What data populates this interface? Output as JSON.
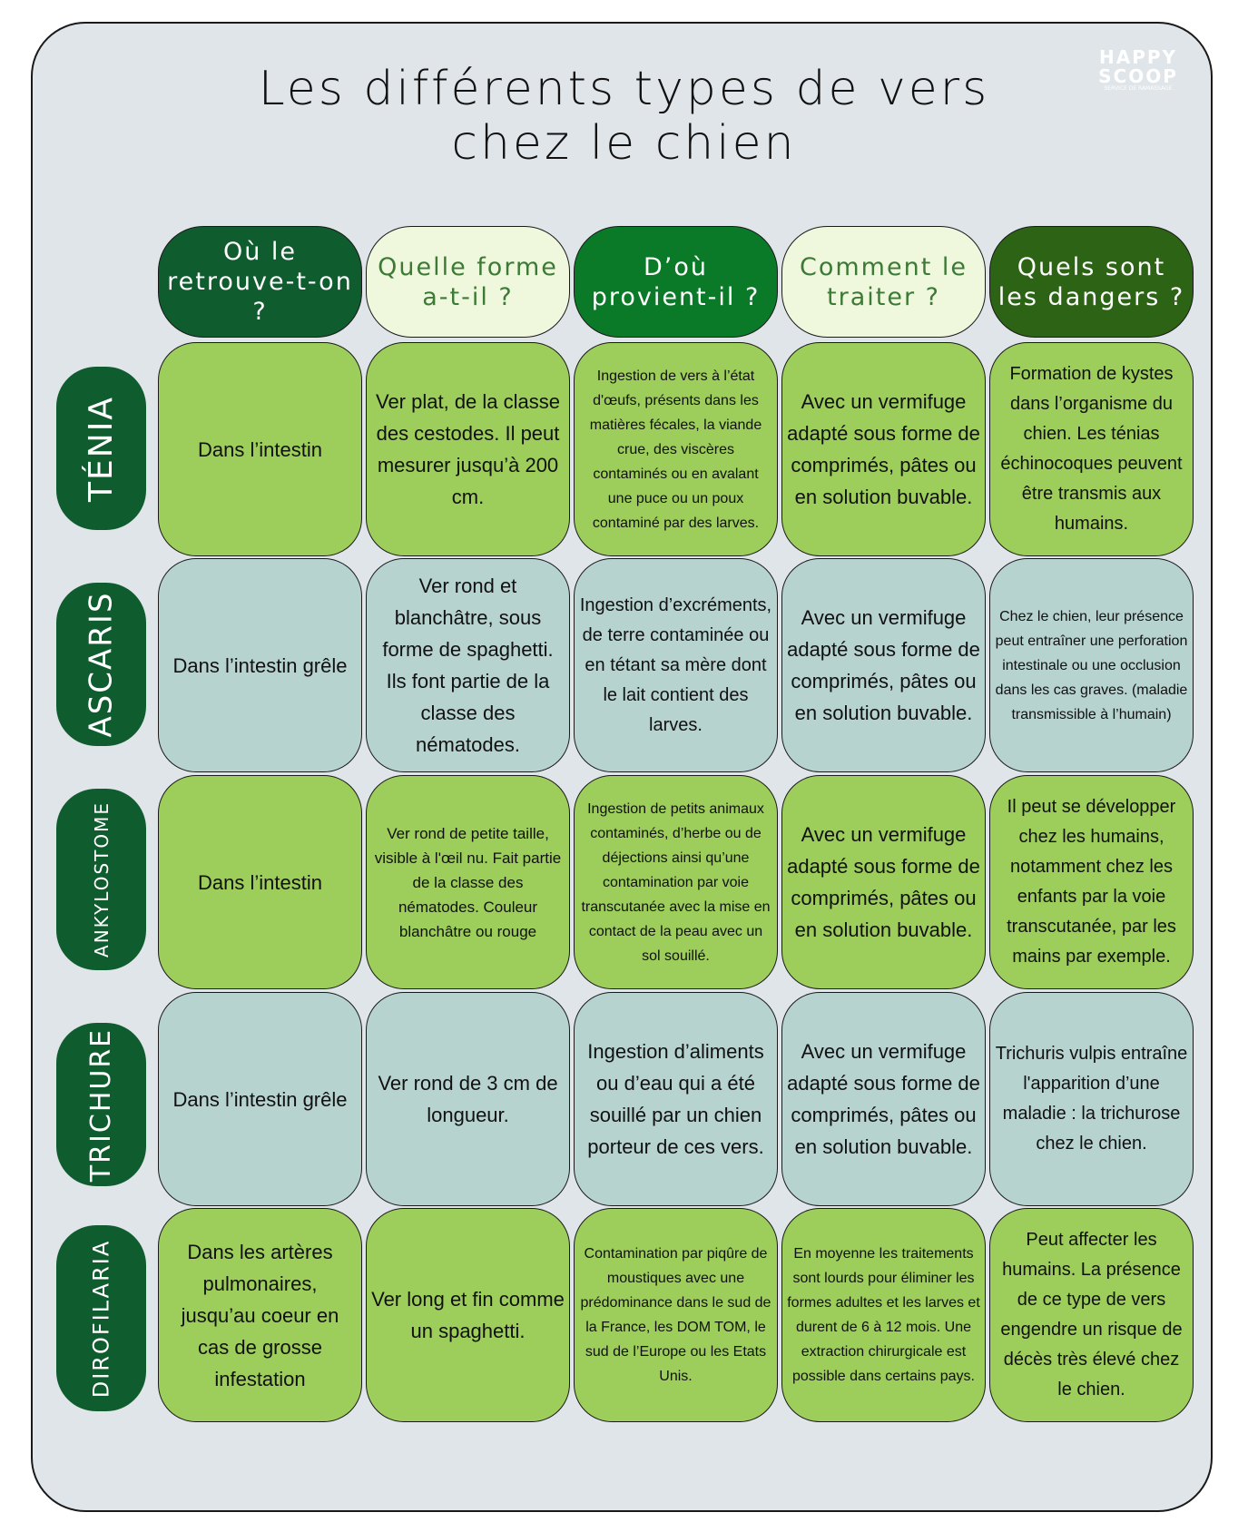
{
  "title": {
    "line1": "Les différents types de vers",
    "line2": "chez le chien"
  },
  "logo": {
    "line1": "HAPPY",
    "line2": "SCOOP",
    "tagline": "SERVICE DE RAMASSAGE"
  },
  "headers": [
    "Où le retrouve-t-on ?",
    "Quelle forme a-t-il ?",
    "D’où provient-il ?",
    "Comment le traiter ?",
    "Quels sont les dangers ?"
  ],
  "worms": [
    {
      "name": "TÉNIA",
      "cells": [
        "Dans l’intestin",
        "Ver plat, de la classe des cestodes. Il peut mesurer jusqu’à 200 cm.",
        "Ingestion de vers à l’état d'œufs, présents dans les matières fécales, la viande crue, des viscères contaminés ou en avalant une puce ou un poux contaminé par des larves.",
        "Avec un vermifuge adapté sous forme de comprimés, pâtes ou en solution buvable.",
        "Formation de kystes dans l’organisme du chien. Les ténias échinocoques peuvent être transmis aux humains."
      ]
    },
    {
      "name": "ASCARIS",
      "cells": [
        "Dans l’intestin grêle",
        "Ver rond et blanchâtre, sous forme de spaghetti. Ils font partie de la classe des nématodes.",
        "Ingestion d’excréments, de terre contaminée ou en tétant sa mère dont le lait contient des larves.",
        "Avec un vermifuge adapté sous forme de comprimés, pâtes ou en solution buvable.",
        "Chez le chien, leur présence peut entraîner une perforation intestinale ou une occlusion dans les cas graves. (maladie transmissible à l’humain)"
      ]
    },
    {
      "name": "ANKYLOSTOME",
      "cells": [
        "Dans l’intestin",
        "Ver rond de petite taille, visible à l'œil nu. Fait partie de la classe des nématodes. Couleur blanchâtre ou rouge",
        "Ingestion de petits animaux contaminés, d’herbe ou de déjections ainsi qu’une contamination par voie transcutanée avec la mise en contact de la peau avec un sol souillé.",
        "Avec un vermifuge adapté sous forme de comprimés, pâtes ou en solution buvable.",
        "Il peut se développer chez les humains, notamment chez les enfants par la voie transcutanée, par les mains par exemple."
      ]
    },
    {
      "name": "TRICHURE",
      "cells": [
        "Dans l’intestin grêle",
        "Ver rond de 3 cm de longueur.",
        "Ingestion d’aliments ou d’eau qui a été souillé par un chien porteur de ces vers.",
        "Avec un vermifuge adapté sous forme de comprimés, pâtes ou en solution buvable.",
        "Trichuris vulpis entraîne l'apparition d’une maladie : la trichurose chez le chien."
      ]
    },
    {
      "name": "DIROFILARIA",
      "cells": [
        "Dans les artères pulmonaires, jusqu’au coeur en cas de grosse infestation",
        "Ver long et fin comme un spaghetti.",
        "Contamination par piqûre de moustiques avec une prédominance dans le sud de la France, les DOM TOM, le sud de l’Europe ou les Etats Unis.",
        "En moyenne les traitements sont lourds pour éliminer les formes adultes et les larves et durent de 6 à 12 mois. Une extraction chirurgicale est possible dans certains pays.",
        "Peut affecter les humains. La présence de ce type de vers engendre un risque de décès très élevé chez le chien."
      ]
    }
  ],
  "colors": {
    "background": "#dfe5e9",
    "header_dark": "#0f5c2e",
    "header_light": "#eff7dd",
    "header_green": "#0b7a28",
    "header_olive": "#2d6315",
    "cell_green": "#9dcd5a",
    "cell_blue": "#b6d3cf",
    "row_label": "#0f5c2e"
  }
}
